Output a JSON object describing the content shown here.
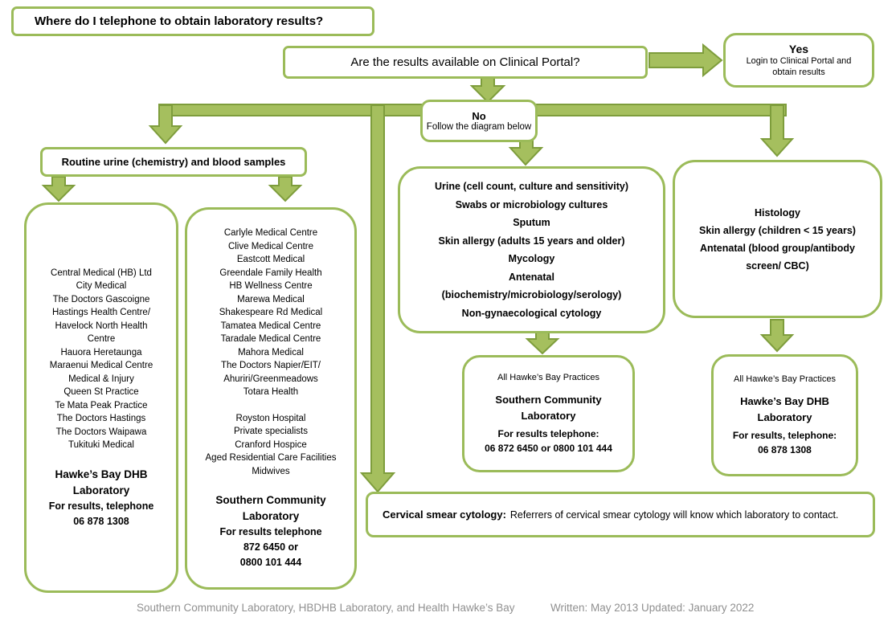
{
  "header": {
    "title": "Where do I telephone to obtain laboratory results?"
  },
  "colors": {
    "box_border_green": "#9bbb59",
    "arrow_fill": "#a5bf5e",
    "arrow_stroke": "#7e9d3c",
    "footer_gray": "#909090"
  },
  "flow": {
    "question": "Are the results available on Clinical Portal?",
    "yes": {
      "label": "Yes",
      "detail": "Login to Clinical Portal and obtain results"
    },
    "no": {
      "label": "No",
      "detail": "Follow the diagram below"
    },
    "routine_header": "Routine urine (chemistry) and blood samples",
    "left_box": {
      "practices": [
        "Central Medical (HB) Ltd",
        "City Medical",
        "The Doctors Gascoigne",
        "Hastings Health Centre/",
        "Havelock North Health",
        "Centre",
        "Hauora Heretaunga",
        "Maraenui Medical Centre",
        "Medical & Injury",
        "Queen St Practice",
        "Te Mata Peak Practice",
        "The Doctors Hastings",
        "The Doctors Waipawa",
        "Tukituki Medical"
      ],
      "lab_name": [
        "Hawke’s Bay DHB",
        "Laboratory"
      ],
      "contact": [
        "For results, telephone",
        "06 878 1308"
      ]
    },
    "second_box": {
      "practices": [
        "Carlyle Medical Centre",
        "Clive Medical Centre",
        "Eastcott Medical",
        "Greendale Family Health",
        "HB Wellness Centre",
        "Marewa Medical",
        "Shakespeare Rd Medical",
        "Tamatea Medical Centre",
        "Taradale Medical Centre",
        "Mahora Medical",
        "The Doctors Napier/EIT/",
        "Ahuriri/Greenmeadows",
        "Totara Health"
      ],
      "other_referrers": [
        "Royston Hospital",
        "Private specialists",
        "Cranford Hospice",
        "Aged Residential Care Facilities",
        "Midwives"
      ],
      "lab_name": [
        "Southern Community",
        "Laboratory"
      ],
      "contact": [
        "For results telephone",
        "872 6450 or",
        "0800 101 444"
      ]
    },
    "tests_mid_box": {
      "lines": [
        "Urine (cell count, culture and sensitivity)",
        "Swabs or microbiology cultures",
        "Sputum",
        "Skin allergy (adults 15 years and older)",
        "Mycology",
        "Antenatal",
        "(biochemistry/microbiology/serology)",
        "Non-gynaecological cytology"
      ]
    },
    "tests_right_box": {
      "lines": [
        "Histology",
        "Skin allergy (children < 15 years)",
        "Antenatal (blood group/antibody",
        "screen/ CBC)"
      ]
    },
    "scl_result_box": {
      "audience": "All Hawke’s Bay Practices",
      "lab_name": [
        "Southern Community",
        "Laboratory"
      ],
      "contact": [
        "For results telephone:",
        "06 872 6450 or 0800 101 444"
      ]
    },
    "hbdhb_result_box": {
      "audience": "All Hawke’s Bay Practices",
      "lab_name": [
        "Hawke’s Bay DHB",
        "Laboratory"
      ],
      "contact": [
        "For results, telephone:",
        "06 878 1308"
      ]
    },
    "cervical": {
      "label": "Cervical smear cytology:",
      "text": "Referrers of cervical smear cytology will know which laboratory to contact."
    }
  },
  "footer": {
    "left": "Southern Community Laboratory, HBDHB Laboratory, and Health Hawke’s Bay",
    "right": "Written: May 2013 Updated: January 2022"
  }
}
